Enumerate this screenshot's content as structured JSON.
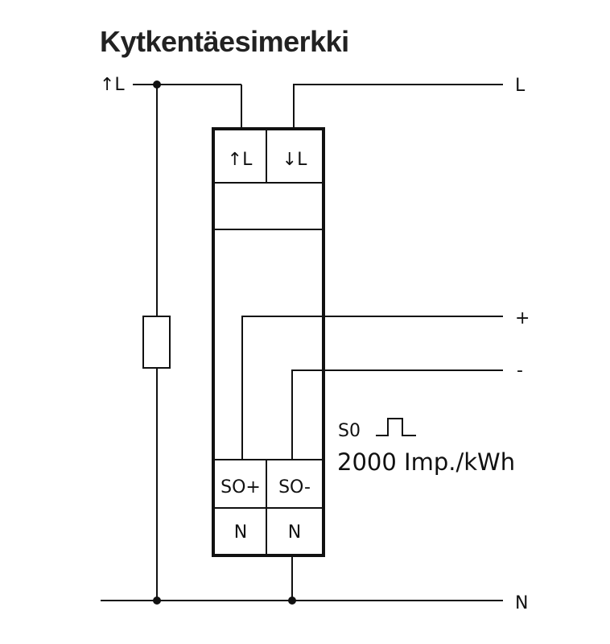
{
  "title": "Kytkentäesimerkki",
  "wires": {
    "line_in_label": "↑L",
    "line_out_label": "L",
    "plus_label": "+",
    "minus_label": "-",
    "neutral_label": "N"
  },
  "meter": {
    "top_terminals": [
      "↑L",
      "↓L"
    ],
    "pulse_terminals": [
      "SO+",
      "SO-"
    ],
    "neutral_terminals": [
      "N",
      "N"
    ]
  },
  "pulse_output": {
    "label": "S0",
    "rate": "2000 Imp./kWh"
  }
}
